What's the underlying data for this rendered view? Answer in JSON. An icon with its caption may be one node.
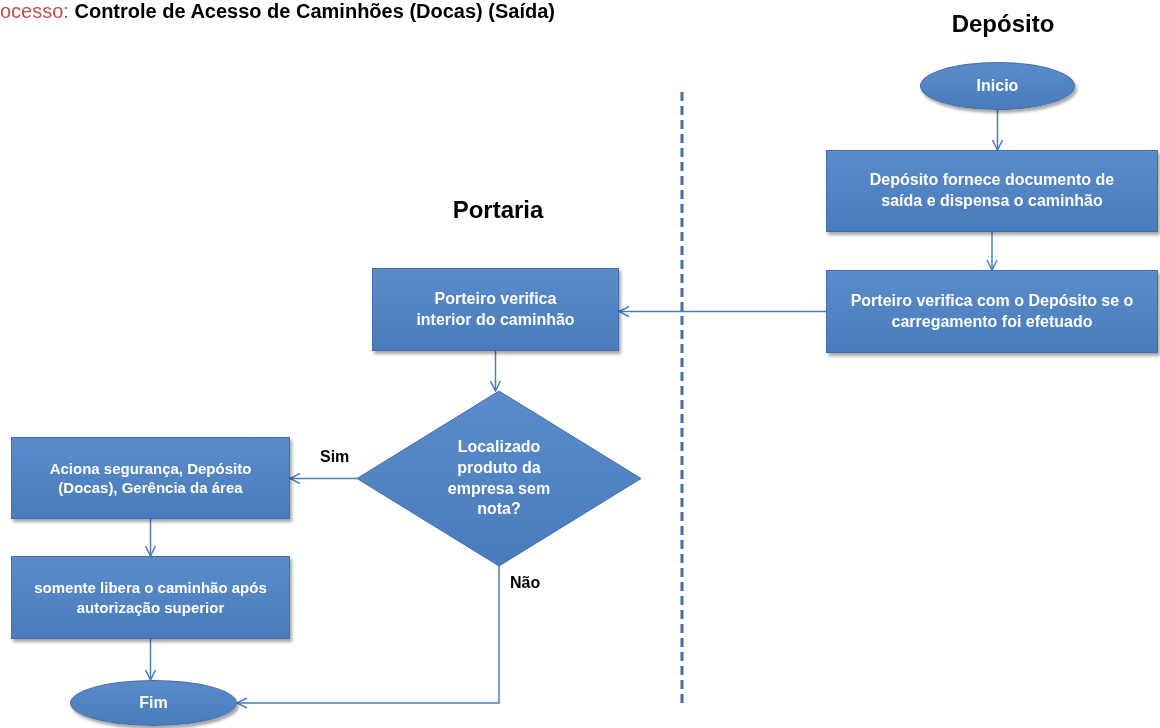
{
  "diagram": {
    "title": "ocesso: **Controle de Acesso de Caminhões (Docas) (Saída)**",
    "nodes": [
      {
        "text": [
          "Inicio"
        ]
      },
      {
        "text": [
          "Depósito fornece documento de saída e dispensa o caminhão"
        ]
      },
      {
        "text": [
          "Porteiro verifica com o Depósito se o carregamento foi efetuado"
        ]
      },
      {
        "text": [
          "Porteiro verifica interior do caminhão"
        ]
      },
      {
        "text": [
          "Localizado produto da empresa sem nota?"
        ]
      },
      {
        "text": [
          "Aciona segurança, Depósito (Docas), Gerência da área"
        ]
      },
      {
        "text": [
          "somente libera o caminhão após autorização superior"
        ]
      },
      {
        "text": [
          "Fim"
        ]
      }
    ],
    "edges": [
      {
        "from": 0,
        "to": 1,
        "arrow": "to"
      },
      {
        "from": 1,
        "to": 2,
        "arrow": "to"
      },
      {
        "from": 2,
        "to": 3,
        "arrow": "to"
      },
      {
        "from": 3,
        "to": 4,
        "arrow": "to"
      },
      {
        "from": 4,
        "to": 5,
        "arrow": "to",
        "label": "Sim"
      },
      {
        "from": 5,
        "to": 6,
        "arrow": "to"
      },
      {
        "from": 6,
        "to": 7,
        "arrow": "to"
      },
      {
        "from": 4,
        "to": 7,
        "arrow": "to",
        "label": "Não"
      }
    ],
    "labels": [
      "Depósito",
      "Portaria"
    ]
  }
}
